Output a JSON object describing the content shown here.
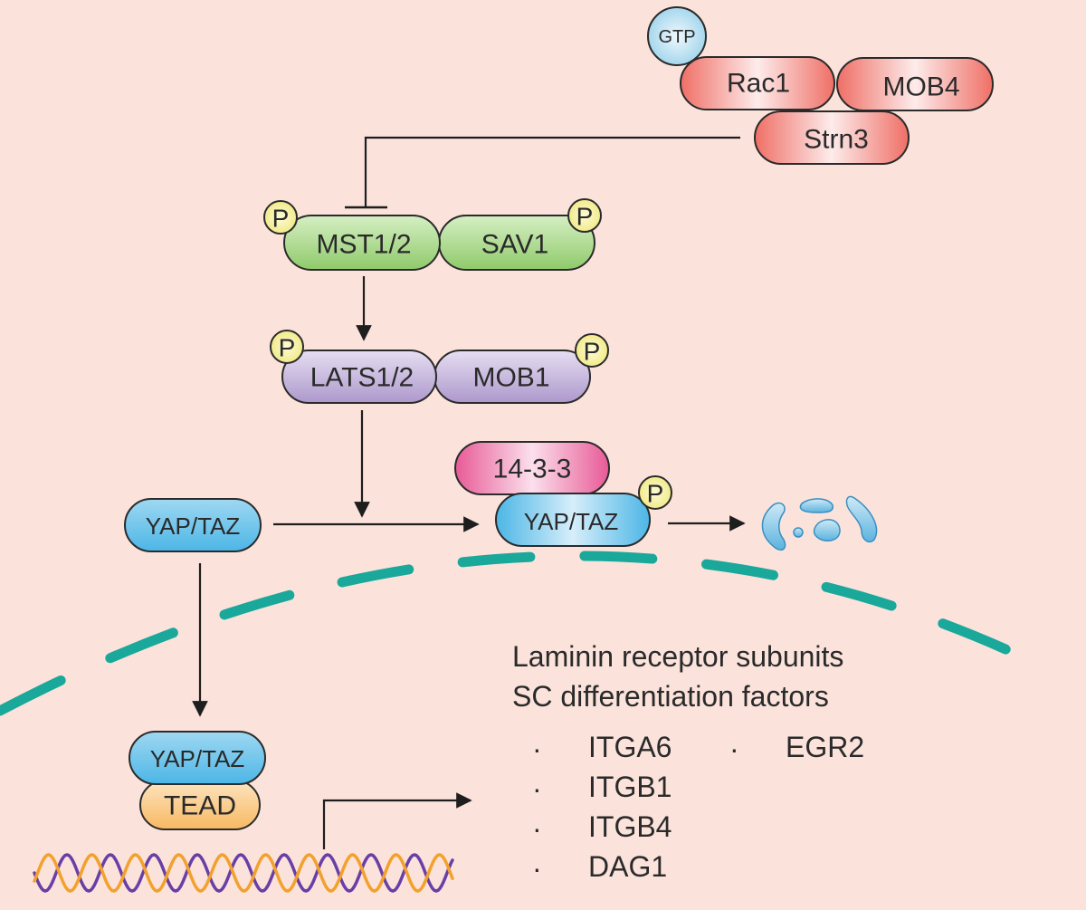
{
  "colors": {
    "background": "#fbe3dc",
    "red_protein": "#ef7a70",
    "green_protein": "#9fd27d",
    "purple_protein": "#b9a6d4",
    "blue_protein": "#5bbde8",
    "pink_protein": "#e9609b",
    "orange_protein": "#f9c27a",
    "phospho_yellow": "#f4ee93",
    "gtp_blue": "#a9d9ef",
    "membrane_teal": "#1aa89a",
    "dna_purple": "#6a3fa5",
    "dna_orange": "#f2a12d"
  },
  "gtp": {
    "label": "GTP"
  },
  "complex_top": {
    "rac1": "Rac1",
    "mob4": "MOB4",
    "strn3": "Strn3"
  },
  "mst_sav": {
    "mst": "MST1/2",
    "sav": "SAV1"
  },
  "lats_mob": {
    "lats": "LATS1/2",
    "mob": "MOB1"
  },
  "phospho": {
    "label": "P"
  },
  "yap_free": {
    "label": "YAP/TAZ"
  },
  "yap_bound": {
    "label": "YAP/TAZ",
    "partner": "14-3-3"
  },
  "yap_nuclear": {
    "label": "YAP/TAZ",
    "partner": "TEAD"
  },
  "targets": {
    "heading_1": "Laminin receptor subunits",
    "heading_2": "SC differentiation factors",
    "bullet": "·",
    "items_left": [
      "ITGA6",
      "ITGB1",
      "ITGB4",
      "DAG1"
    ],
    "items_right": [
      "EGR2"
    ]
  }
}
